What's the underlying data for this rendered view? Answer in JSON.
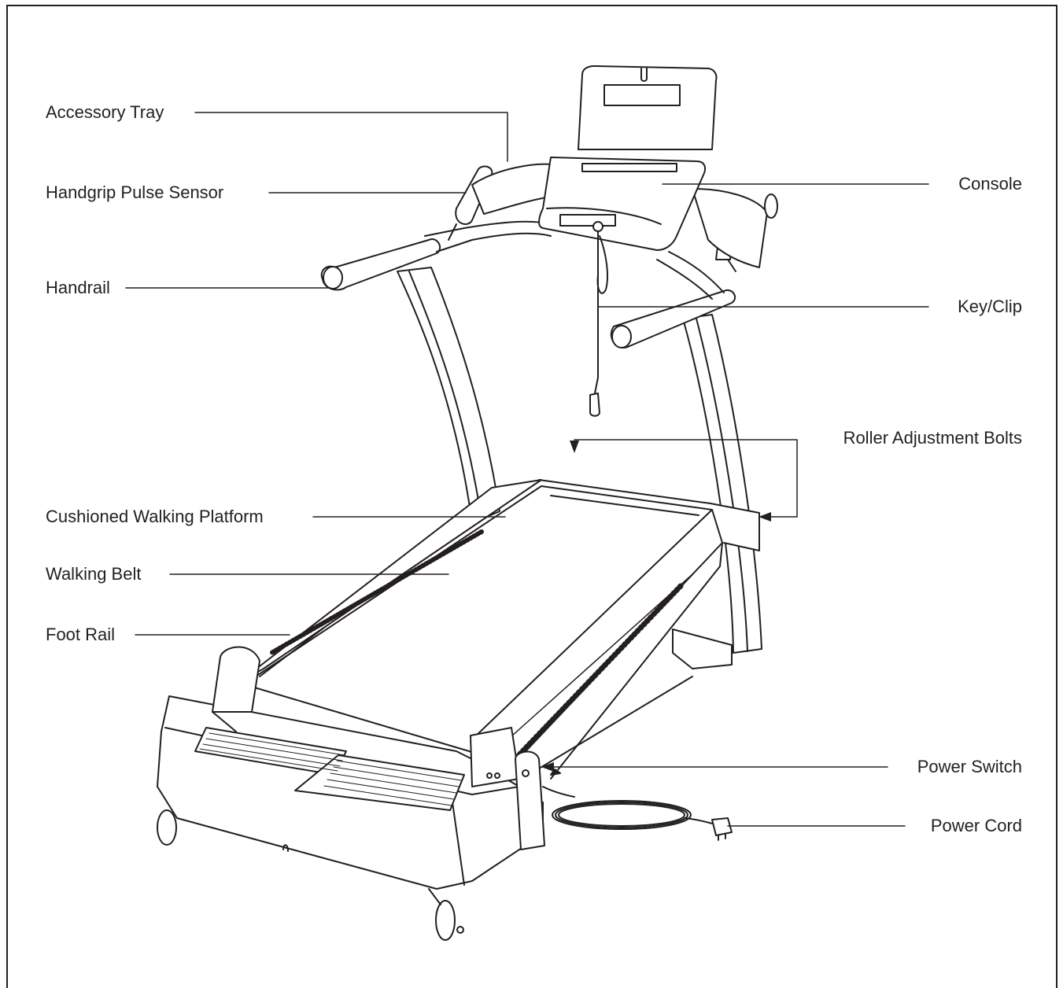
{
  "diagram": {
    "labels": {
      "accessory_tray": "Accessory Tray",
      "handgrip_pulse_sensor": "Handgrip Pulse Sensor",
      "handrail": "Handrail",
      "cushioned_walking_platform": "Cushioned Walking Platform",
      "walking_belt": "Walking Belt",
      "foot_rail": "Foot Rail",
      "console": "Console",
      "key_clip": "Key/Clip",
      "roller_adjustment_bolts": "Roller Adjustment Bolts",
      "power_switch": "Power Switch",
      "power_cord": "Power Cord"
    },
    "colors": {
      "line": "#231f20",
      "background": "#ffffff"
    }
  }
}
